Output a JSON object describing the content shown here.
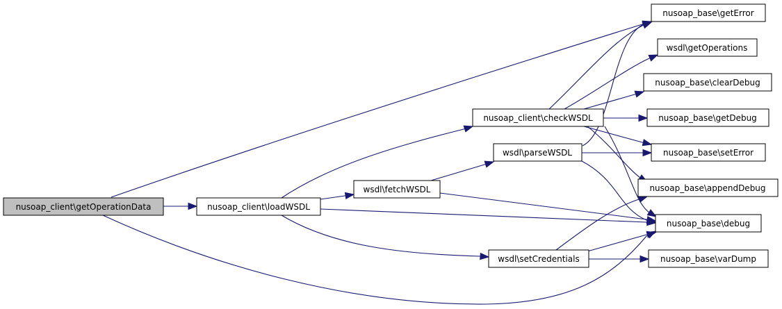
{
  "colors": {
    "edge": "#191970",
    "node_border": "#000000",
    "node_fill": "#ffffff",
    "root_fill": "#bfbfbf"
  },
  "nodes": {
    "root": "nusoap_client\\getOperationData",
    "load_wsdl": "nusoap_client\\loadWSDL",
    "fetch_wsdl": "wsdl\\fetchWSDL",
    "parse_wsdl": "wsdl\\parseWSDL",
    "check_wsdl": "nusoap_client\\checkWSDL",
    "set_credentials": "wsdl\\setCredentials",
    "get_error": "nusoap_base\\getError",
    "get_operations": "wsdl\\getOperations",
    "clear_debug": "nusoap_base\\clearDebug",
    "get_debug": "nusoap_base\\getDebug",
    "set_error": "nusoap_base\\setError",
    "append_debug": "nusoap_base\\appendDebug",
    "debug": "nusoap_base\\debug",
    "var_dump": "nusoap_base\\varDump"
  }
}
